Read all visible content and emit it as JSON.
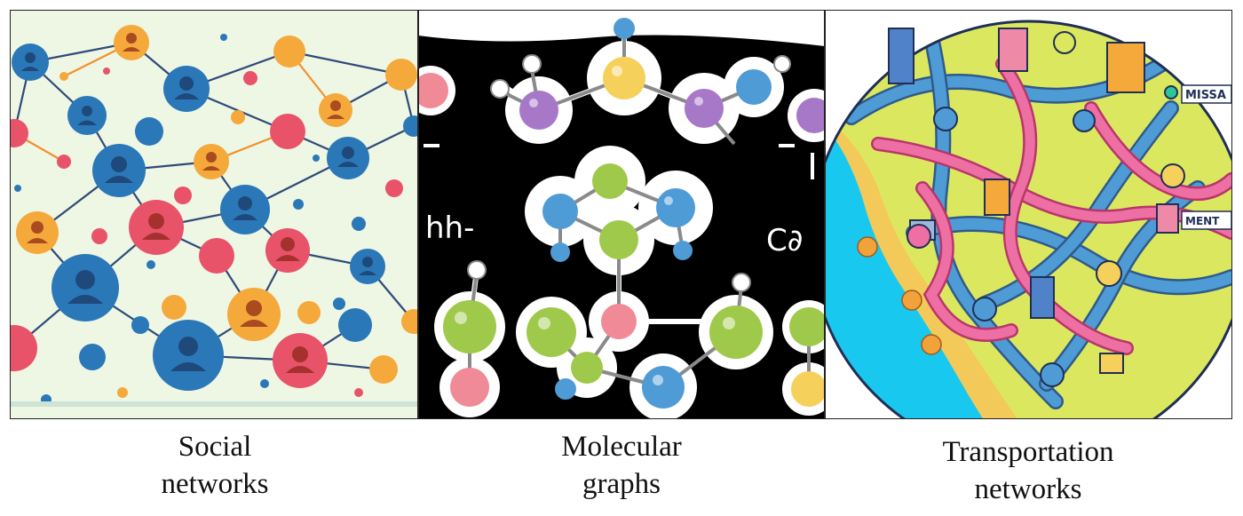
{
  "panels": [
    {
      "id": "social",
      "caption_line1": "Social",
      "caption_line2": "networks"
    },
    {
      "id": "molecular",
      "caption_line1": "Molecular",
      "caption_line2": "graphs",
      "labels": {
        "formula_left": "hh-",
        "formula_right": "C∂"
      }
    },
    {
      "id": "transportation",
      "caption_line1": "Transportation",
      "caption_line2": "networks",
      "labels": {
        "sign_top": "MISSA",
        "sign_mid": "MENT"
      }
    }
  ],
  "colors": {
    "social_bg": "#eef6e4",
    "blue": "#2a78b8",
    "red": "#e8536a",
    "orange": "#f4a93a",
    "molecule_bg": "#000000",
    "sea": "#19c8ef",
    "sand": "#f3c95a",
    "land": "#dbe85f",
    "road_blue": "#4f9bd6",
    "road_pink": "#ee6fa3"
  }
}
